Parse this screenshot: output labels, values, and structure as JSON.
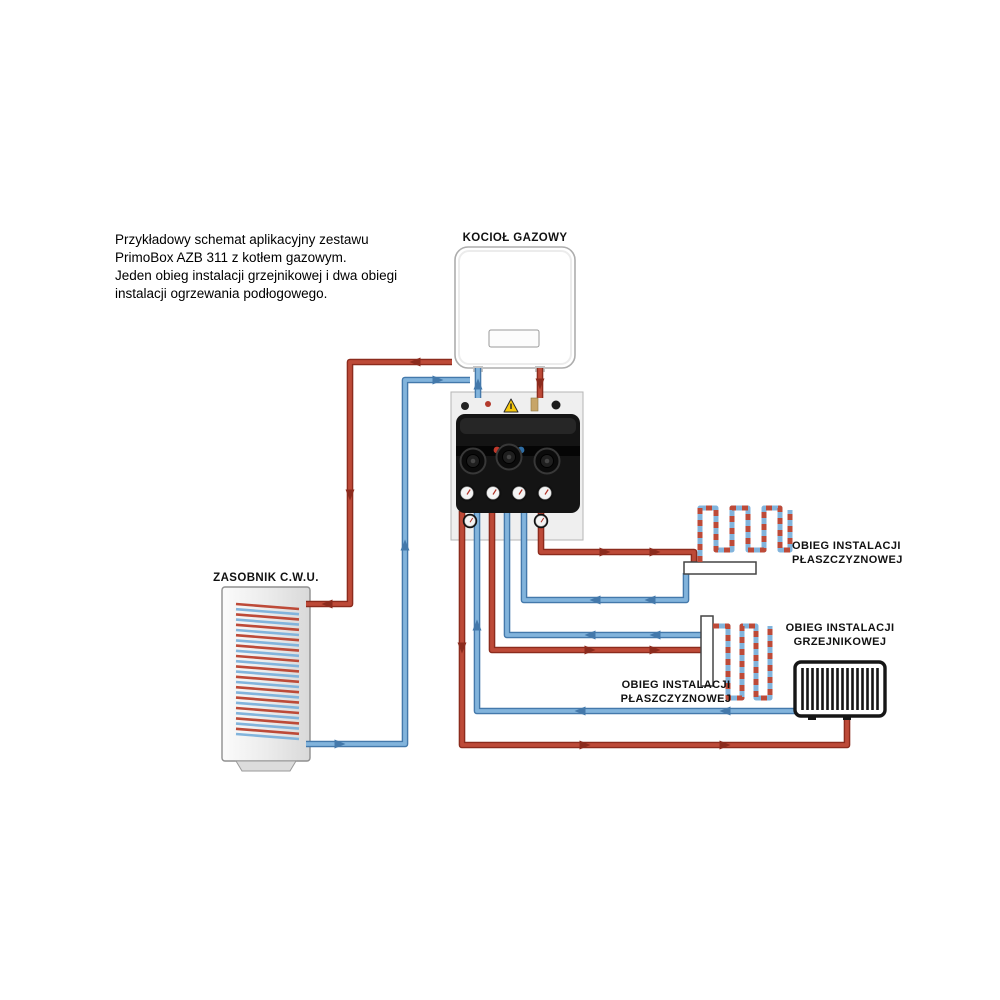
{
  "description": {
    "lines": [
      "Przykładowy schemat aplikacyjny zestawu",
      "PrimoBox AZB 311 z kotłem gazowym.",
      "Jeden obieg instalacji grzejnikowej i dwa obiegi",
      "instalacji ogrzewania podłogowego."
    ]
  },
  "labels": {
    "boiler": "KOCIOŁ GAZOWY",
    "tank": "ZASOBNIK C.W.U.",
    "floor_circuit_top": {
      "line1": "OBIEG INSTALACJI",
      "line2": "PŁASZCZYZNOWEJ"
    },
    "floor_circuit_mid": {
      "line1": "OBIEG INSTALACJI",
      "line2": "PŁASZCZYZNOWEJ"
    },
    "radiator_circuit": {
      "line1": "OBIEG INSTALACJI",
      "line2": "GRZEJNIKOWEJ"
    }
  },
  "colors": {
    "supply": "#bd4a38",
    "supply-dark": "#8c2b1d",
    "return": "#82b4dc",
    "return-dark": "#4479ab"
  }
}
